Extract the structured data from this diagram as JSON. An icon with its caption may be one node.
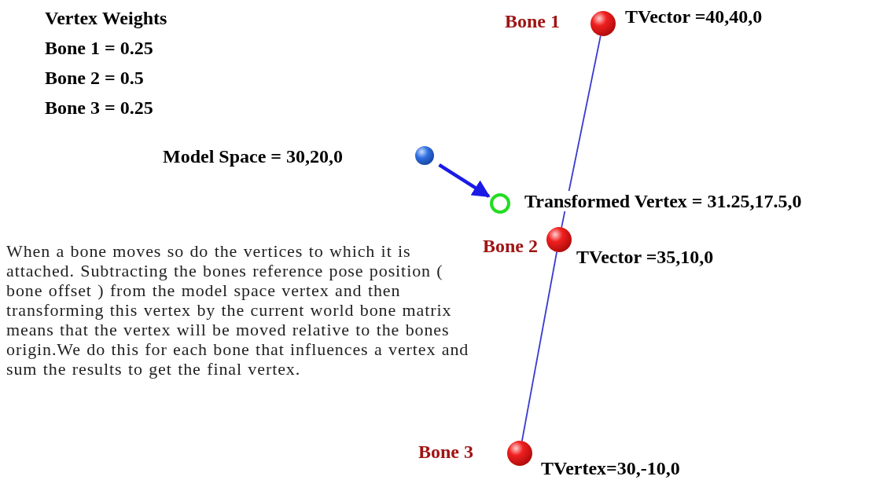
{
  "diagram": {
    "nodes": [
      {
        "text": [],
        "shape": "circle",
        "beside": [
          "Bone 1",
          "TVector =40,40,0"
        ]
      },
      {
        "text": [],
        "shape": "circle",
        "beside": [
          "Bone 2",
          "TVector =35,10,0"
        ]
      },
      {
        "text": [],
        "shape": "circle",
        "beside": [
          "Bone 3",
          "TVertex=30,-10,0"
        ]
      },
      {
        "text": [],
        "shape": "circle",
        "beside": [
          "Model Space = 30,20,0"
        ]
      },
      {
        "text": [],
        "shape": "circle",
        "beside": [
          "Transformed Vertex = 31.25,17.5,0"
        ]
      }
    ],
    "edges": [
      {
        "from": 0,
        "to": 1,
        "arrow": "none"
      },
      {
        "from": 1,
        "to": 2,
        "arrow": "none"
      },
      {
        "from": 3,
        "to": 4,
        "arrow": "to",
        "style": "thick"
      }
    ],
    "labels": [
      "Vertex Weights",
      "Bone 1 = 0.25",
      "Bone 2 = 0.5",
      "Bone 3 = 0.25",
      "When a bone moves so do the vertices to which it is attached. Subtracting the bones reference pose position ( bone offset ) from the model space vertex and then transforming this vertex by the current world bone matrix means that the vertex will be moved relative to the bones origin.We do this for each bone that influences a vertex and sum the results to get the final vertex."
    ]
  }
}
